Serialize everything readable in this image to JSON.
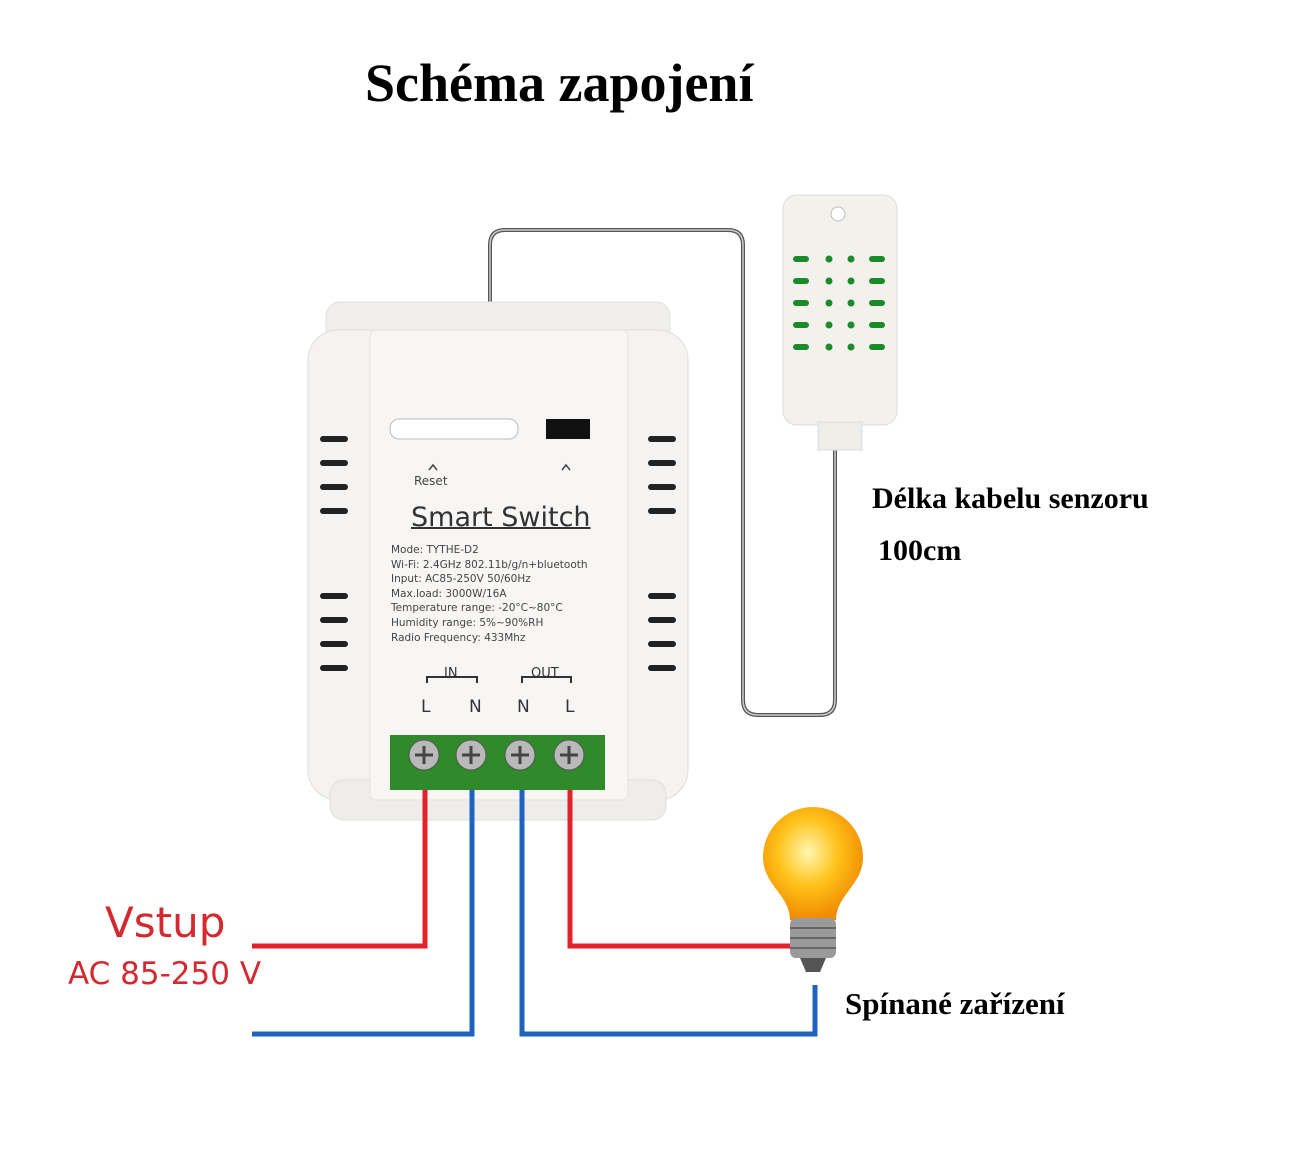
{
  "title": "Schéma zapojení",
  "sensor_cable": {
    "label": "Délka kabelu senzoru",
    "length": "100cm"
  },
  "input": {
    "label": "Vstup",
    "voltage": "AC 85-250 V"
  },
  "load_label": "Spínané zařízení",
  "device": {
    "name": "Smart Switch",
    "reset_label": "Reset",
    "specs": [
      "Mode: TYTHE-D2",
      "Wi-Fi: 2.4GHz 802.11b/g/n+bluetooth",
      "Input: AC85-250V 50/60Hz",
      "Max.load: 3000W/16A",
      "Temperature range: -20°C~80°C",
      "Humidity range: 5%~90%RH",
      "Radio Frequency: 433Mhz"
    ],
    "in_label": "IN",
    "out_label": "OUT",
    "terminals": [
      "L",
      "N",
      "N",
      "L"
    ]
  },
  "colors": {
    "live": "#e3212b",
    "neutral": "#1f63c0",
    "terminal_block": "#2f8a2a",
    "text_red": "#d42a2f"
  }
}
